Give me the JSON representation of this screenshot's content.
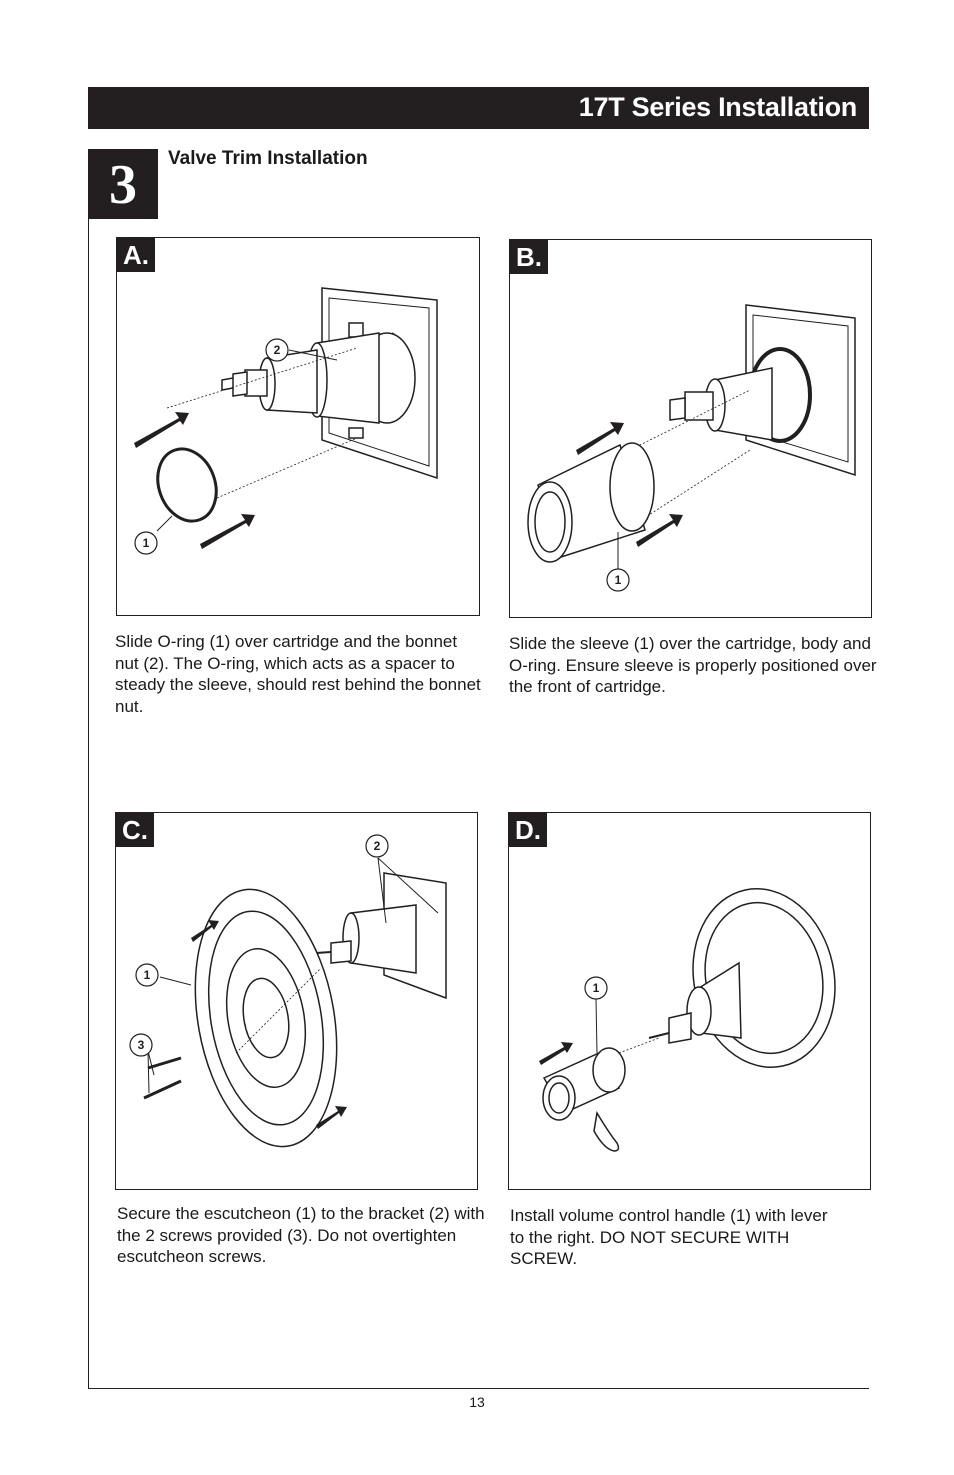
{
  "header": {
    "title": "17T Series Installation"
  },
  "step": {
    "number": "3",
    "title": "Valve Trim Installation"
  },
  "panels": [
    {
      "label": "A.",
      "caption": "Slide O-ring (1) over cartridge and the bonnet nut (2). The O-ring, which acts as a spacer to steady the sleeve, should rest behind the bonnet nut.",
      "callouts": [
        "1",
        "2"
      ]
    },
    {
      "label": "B.",
      "caption": "Slide the sleeve (1) over the cartridge, body and O-ring. Ensure sleeve is properly positioned over the front of cartridge.",
      "callouts": [
        "1"
      ]
    },
    {
      "label": "C.",
      "caption": "Secure the escutcheon (1) to the bracket (2) with the 2 screws provided (3). Do not overtighten escutcheon screws.",
      "callouts": [
        "1",
        "2",
        "3"
      ]
    },
    {
      "label": "D.",
      "caption": "Install volume control handle (1) with lever to the right. DO NOT SECURE WITH SCREW.",
      "callouts": [
        "1"
      ]
    }
  ],
  "footer": {
    "page_number": "13"
  }
}
